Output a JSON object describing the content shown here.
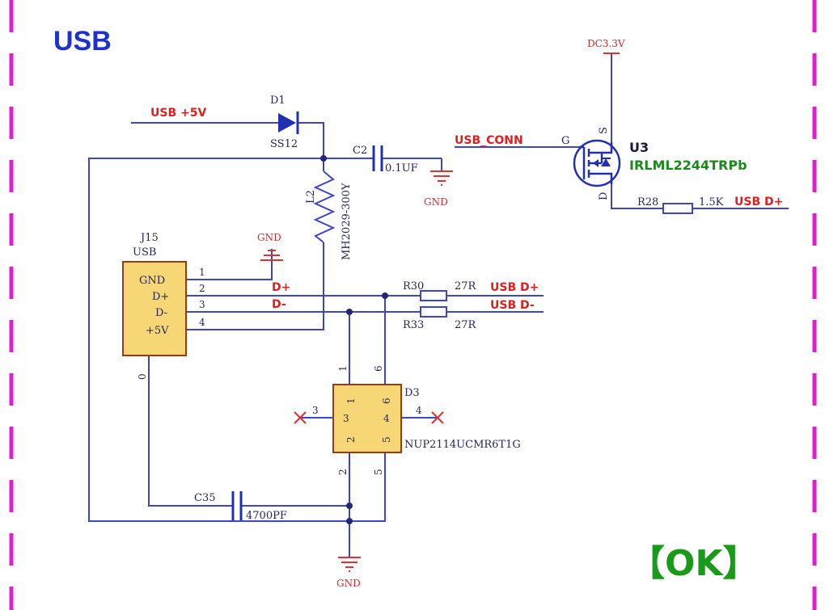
{
  "sheet": {
    "title": "USB",
    "status": "【OK】",
    "colors": {
      "wire": "#3c46c8",
      "net_label": "#e01e1e",
      "part_fill": "#f7d775",
      "border": "#e020d0",
      "status": "#199b19"
    }
  },
  "nets": {
    "usb_5v": "USB +5V",
    "usb_conn": "USB_CONN",
    "usb_dp": "USB D+",
    "usb_dm": "USB D-",
    "usb_dp_r28": "USB D+",
    "dp": "D+",
    "dm": "D-",
    "dc33": "DC3.3V",
    "gnd1": "GND",
    "gnd2": "GND",
    "gnd3": "GND"
  },
  "components": {
    "d1": {
      "ref": "D1",
      "value": "SS12"
    },
    "c2": {
      "ref": "C2",
      "value": "0.1UF"
    },
    "l2": {
      "ref": "L2",
      "value": "MH2029-300Y"
    },
    "j15": {
      "ref": "J15",
      "value": "USB",
      "pins": [
        {
          "num": "1",
          "name": "GND"
        },
        {
          "num": "2",
          "name": "D+"
        },
        {
          "num": "3",
          "name": "D-"
        },
        {
          "num": "4",
          "name": "+5V"
        }
      ],
      "shield_pin": "0"
    },
    "u3": {
      "ref": "U3",
      "value": "IRLML2244TRPb",
      "pin_g": "G",
      "pin_s": "S",
      "pin_d": "D"
    },
    "r28": {
      "ref": "R28",
      "value": "1.5K"
    },
    "r30": {
      "ref": "R30",
      "value": "27R"
    },
    "r33": {
      "ref": "R33",
      "value": "27R"
    },
    "d3": {
      "ref": "D3",
      "value": "NUP2114UCMR6T1G",
      "pins_outer": {
        "p1": "1",
        "p6": "6",
        "p3": "3",
        "p4": "4",
        "p2": "2",
        "p5": "5"
      },
      "pins_inner": {
        "p1": "1",
        "p6": "6",
        "p3": "3",
        "p4": "4",
        "p2": "2",
        "p5": "5"
      }
    },
    "c35": {
      "ref": "C35",
      "value": "4700PF"
    }
  }
}
